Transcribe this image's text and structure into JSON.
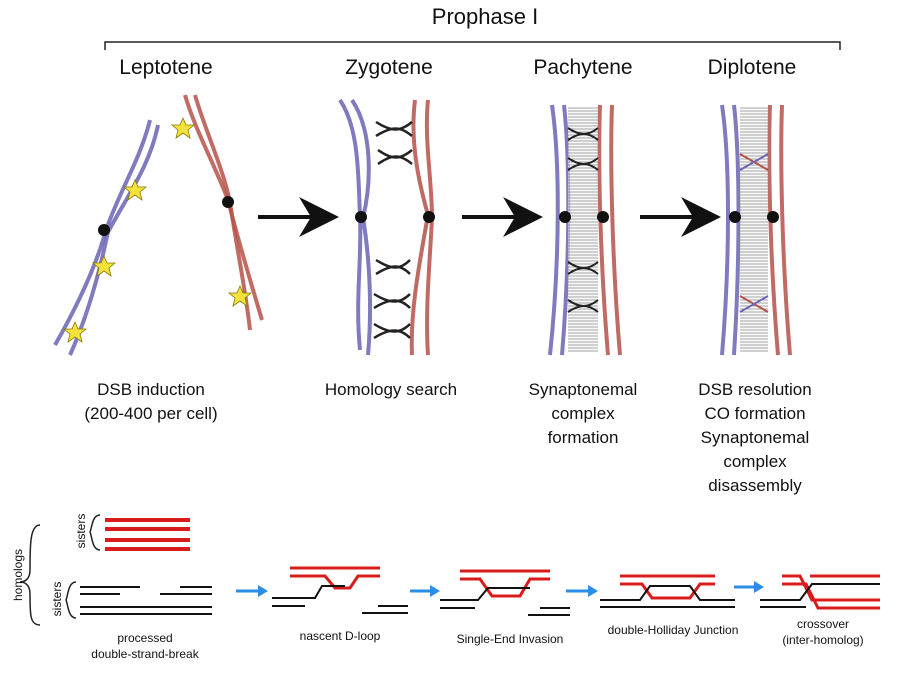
{
  "title": "Prophase I",
  "stages": [
    {
      "name": "Leptotene",
      "caption": [
        "DSB induction",
        "(200-400 per cell)"
      ]
    },
    {
      "name": "Zygotene",
      "caption": [
        "Homology search"
      ]
    },
    {
      "name": "Pachytene",
      "caption": [
        "Synaptonemal",
        "complex",
        "formation"
      ]
    },
    {
      "name": "Diplotene",
      "caption": [
        "DSB resolution",
        "CO formation",
        "Synaptonemal",
        "complex",
        "disassembly"
      ]
    }
  ],
  "recombination": {
    "homologs_label": "homologs",
    "sisters_label": "sisters",
    "steps": [
      {
        "label": [
          "processed",
          "double-strand-break"
        ]
      },
      {
        "label": [
          "nascent D-loop"
        ]
      },
      {
        "label": [
          "Single-End Invasion"
        ]
      },
      {
        "label": [
          "double-Holliday Junction"
        ]
      },
      {
        "label": [
          "crossover",
          "(inter-homolog)"
        ]
      }
    ]
  },
  "colors": {
    "homolog_blue": "#6a64b4",
    "homolog_red": "#b5524a",
    "dna_red": "#d81c1c",
    "dna_black": "#111111",
    "arrow_blue": "#2a8ee6",
    "star_yellow": "#f3e23c"
  }
}
